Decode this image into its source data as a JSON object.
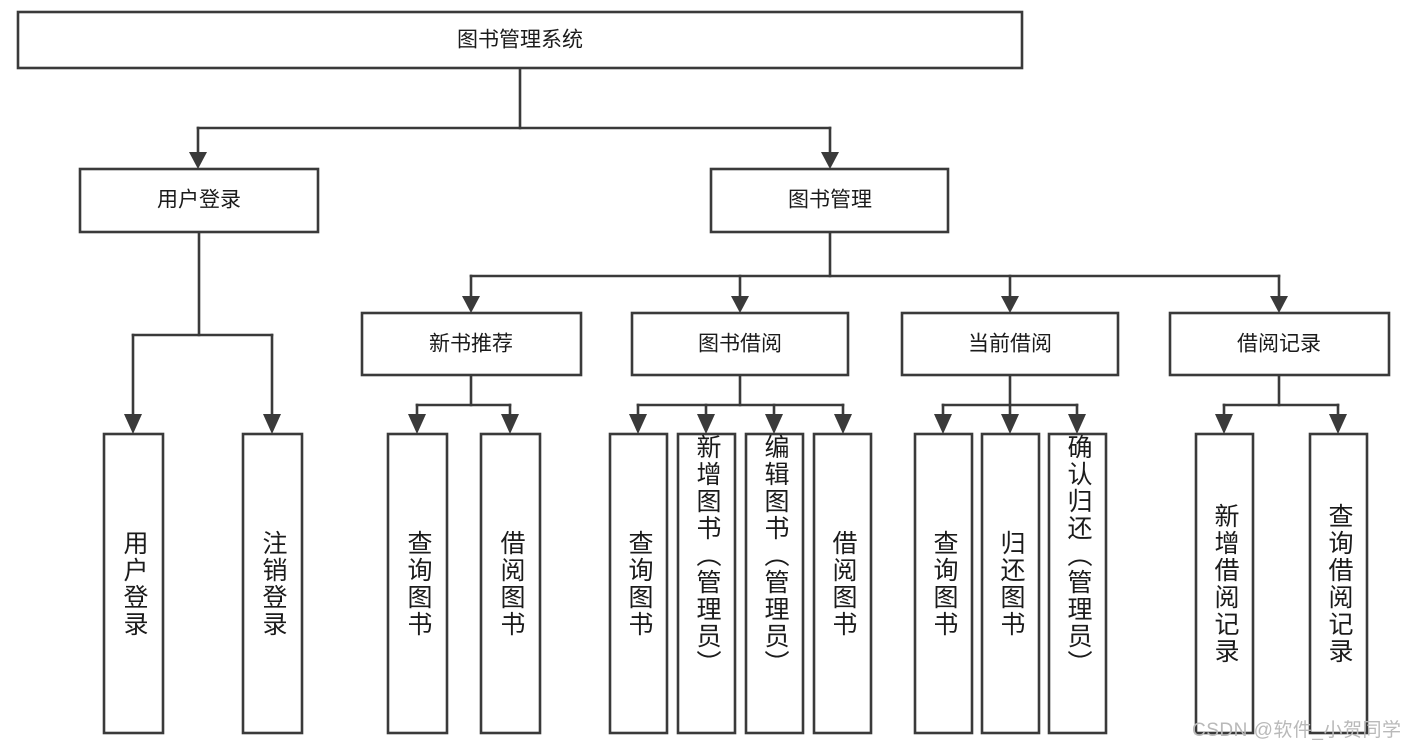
{
  "diagram": {
    "type": "tree-hierarchy",
    "title": "图书管理系统",
    "root": {
      "id": "root",
      "label": "图书管理系统",
      "level": 1
    },
    "level2": [
      {
        "id": "user-login",
        "label": "用户登录",
        "level": 2
      },
      {
        "id": "book-management",
        "label": "图书管理",
        "level": 2
      }
    ],
    "level3": [
      {
        "id": "new-book-recommend",
        "label": "新书推荐",
        "level": 3,
        "parent": "book-management"
      },
      {
        "id": "book-borrow",
        "label": "图书借阅",
        "level": 3,
        "parent": "book-management"
      },
      {
        "id": "current-borrow",
        "label": "当前借阅",
        "level": 3,
        "parent": "book-management"
      },
      {
        "id": "borrow-record",
        "label": "借阅记录",
        "level": 3,
        "parent": "book-management"
      }
    ],
    "leaves": [
      {
        "id": "leaf-user-login",
        "label": "用户登录",
        "parent": "user-login"
      },
      {
        "id": "leaf-user-logout",
        "label": "注销登录",
        "parent": "user-login"
      },
      {
        "id": "leaf-query-book-1",
        "label": "查询图书",
        "parent": "new-book-recommend"
      },
      {
        "id": "leaf-borrow-book-1",
        "label": "借阅图书",
        "parent": "new-book-recommend"
      },
      {
        "id": "leaf-query-book-2",
        "label": "查询图书",
        "parent": "book-borrow"
      },
      {
        "id": "leaf-add-book",
        "label": "新增图书（管理员）",
        "parent": "book-borrow"
      },
      {
        "id": "leaf-edit-book",
        "label": "编辑图书（管理员）",
        "parent": "book-borrow"
      },
      {
        "id": "leaf-borrow-book-2",
        "label": "借阅图书",
        "parent": "book-borrow"
      },
      {
        "id": "leaf-query-book-3",
        "label": "查询图书",
        "parent": "current-borrow"
      },
      {
        "id": "leaf-return-book",
        "label": "归还图书",
        "parent": "current-borrow"
      },
      {
        "id": "leaf-confirm-return",
        "label": "确认归还（管理员）",
        "parent": "current-borrow"
      },
      {
        "id": "leaf-add-record",
        "label": "新增借阅记录",
        "parent": "borrow-record"
      },
      {
        "id": "leaf-query-record",
        "label": "查询借阅记录",
        "parent": "borrow-record"
      }
    ],
    "colors": {
      "box_stroke": "#3a3a3a",
      "box_fill": "#ffffff",
      "text": "#1b1b1b",
      "connector": "#3a3a3a",
      "watermark": "#b9b9b9",
      "background": "#ffffff"
    }
  },
  "watermark": {
    "text": "CSDN @软件_小贺同学"
  }
}
